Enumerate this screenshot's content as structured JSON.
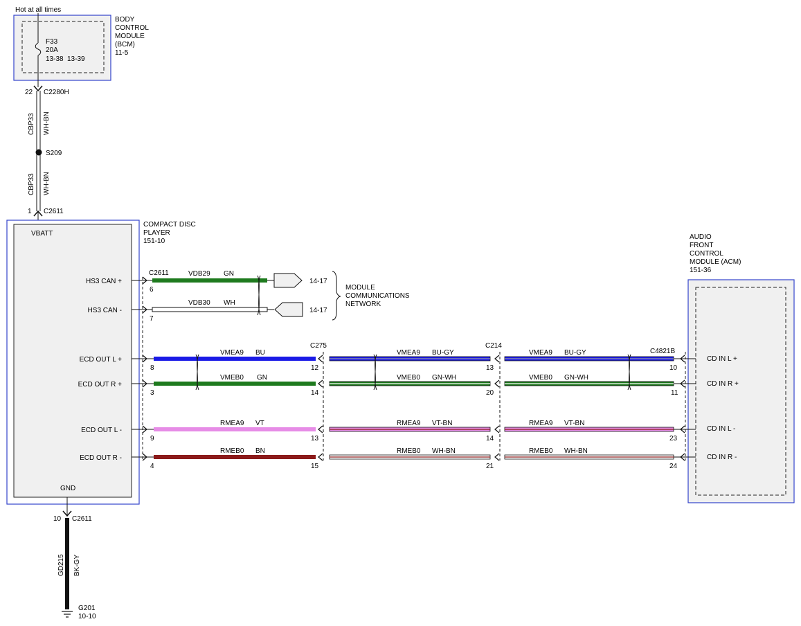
{
  "power": {
    "hot_label": "Hot at all times",
    "bcm": {
      "name_lines": [
        "BODY",
        "CONTROL",
        "MODULE",
        "(BCM)",
        "11-5"
      ]
    },
    "fuse": {
      "id": "F33",
      "rating": "20A",
      "ref1": "13-38",
      "ref2": "13-39"
    },
    "conn_top": {
      "pin": "22",
      "name": "C2280H"
    },
    "wire_upper": {
      "circuit": "CBP33",
      "color": "WH-BN"
    },
    "splice": "S209",
    "wire_lower": {
      "circuit": "CBP33",
      "color": "WH-BN"
    },
    "conn_bottom": {
      "pin": "1",
      "name": "C2611"
    }
  },
  "cdp": {
    "name_lines": [
      "COMPACT DISC",
      "PLAYER",
      "151-10"
    ],
    "vbatt": "VBATT",
    "gnd": "GND",
    "pins": {
      "hs3_can_plus": "HS3 CAN +",
      "hs3_can_minus": "HS3 CAN -",
      "ecd_out_l_plus": "ECD OUT L +",
      "ecd_out_r_plus": "ECD OUT R +",
      "ecd_out_l_minus": "ECD OUT L -",
      "ecd_out_r_minus": "ECD OUT R -"
    }
  },
  "acm": {
    "name_lines": [
      "AUDIO",
      "FRONT",
      "CONTROL",
      "MODULE (ACM)",
      "151-36"
    ],
    "pins": {
      "cd_in_l_plus": "CD IN L +",
      "cd_in_r_plus": "CD IN R +",
      "cd_in_l_minus": "CD IN L -",
      "cd_in_r_minus": "CD IN R -"
    }
  },
  "can": {
    "connector": "C2611",
    "w1": {
      "circuit": "VDB29",
      "color": "GN",
      "pin": "6",
      "ref": "14-17"
    },
    "w2": {
      "circuit": "VDB30",
      "color": "WH",
      "pin": "7",
      "ref": "14-17"
    },
    "network_lines": [
      "MODULE",
      "COMMUNICATIONS",
      "NETWORK"
    ]
  },
  "connectors": {
    "c275": "C275",
    "c214": "C214",
    "c4821b": "C4821B"
  },
  "rows": {
    "r1": {
      "seg1": {
        "circuit": "VMEA9",
        "color": "BU",
        "pin_a": "8",
        "pin_b": "12"
      },
      "seg2": {
        "circuit": "VMEA9",
        "color": "BU-GY",
        "pin_b": "13"
      },
      "seg3": {
        "circuit": "VMEA9",
        "color": "BU-GY",
        "pin_b": "10"
      }
    },
    "r2": {
      "seg1": {
        "circuit": "VMEB0",
        "color": "GN",
        "pin_a": "3",
        "pin_b": "14"
      },
      "seg2": {
        "circuit": "VMEB0",
        "color": "GN-WH",
        "pin_b": "20"
      },
      "seg3": {
        "circuit": "VMEB0",
        "color": "GN-WH",
        "pin_b": "11"
      }
    },
    "r3": {
      "seg1": {
        "circuit": "RMEA9",
        "color": "VT",
        "pin_a": "9",
        "pin_b": "13"
      },
      "seg2": {
        "circuit": "RMEA9",
        "color": "VT-BN",
        "pin_b": "14"
      },
      "seg3": {
        "circuit": "RMEA9",
        "color": "VT-BN",
        "pin_b": "23"
      }
    },
    "r4": {
      "seg1": {
        "circuit": "RMEB0",
        "color": "BN",
        "pin_a": "4",
        "pin_b": "15"
      },
      "seg2": {
        "circuit": "RMEB0",
        "color": "WH-BN",
        "pin_b": "21"
      },
      "seg3": {
        "circuit": "RMEB0",
        "color": "WH-BN",
        "pin_b": "24"
      }
    }
  },
  "ground": {
    "pin": "10",
    "connector": "C2611",
    "circuit": "GD215",
    "color": "BK-GY",
    "point": "G201",
    "ref": "10-10"
  },
  "colors": {
    "frame": "#3344cc",
    "module_fill": "#f0f0f0",
    "blue": "#1a1ae6",
    "green": "#1e7a1e",
    "violet": "#e68ce6",
    "brown": "#8b1a1a",
    "black": "#111111"
  }
}
